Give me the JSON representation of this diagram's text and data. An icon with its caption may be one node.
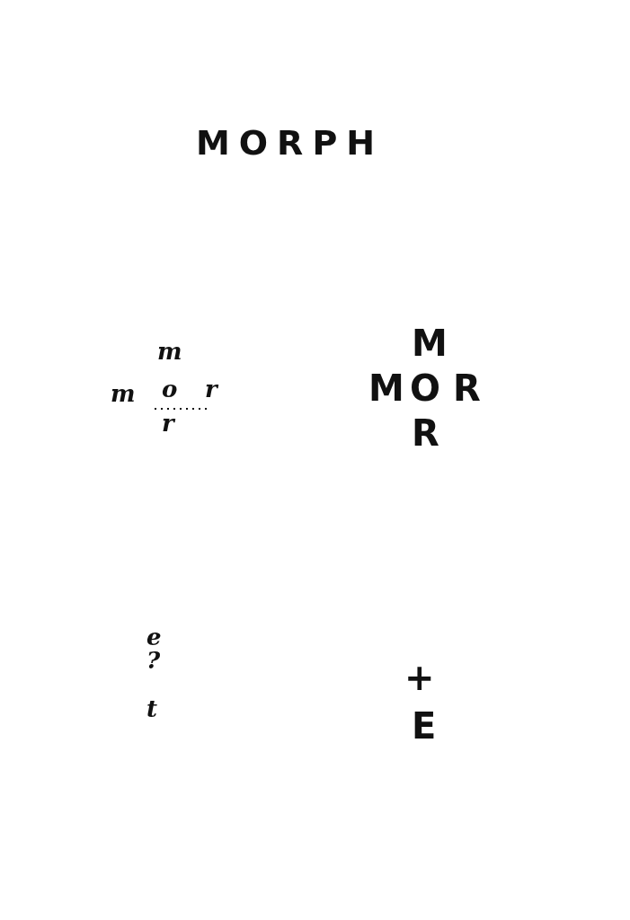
{
  "diagram": {
    "title": "MORPH",
    "labels": [
      "m",
      "m",
      "o",
      "r",
      "r",
      "M",
      "M",
      "O",
      "R",
      "R",
      "e",
      "?",
      "t",
      "+",
      "E"
    ]
  }
}
